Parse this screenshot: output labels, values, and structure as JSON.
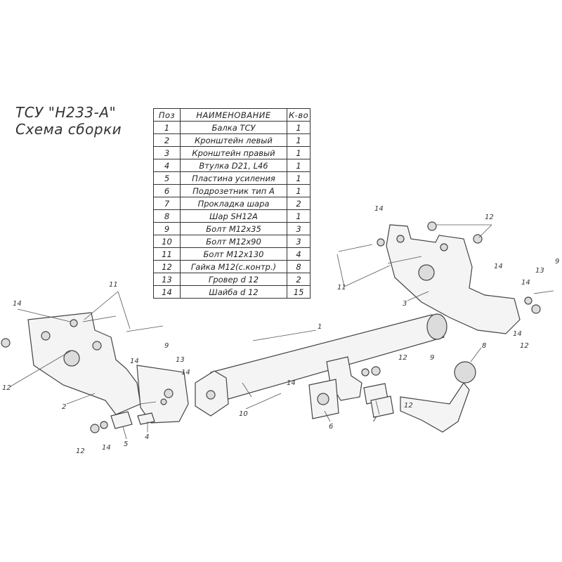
{
  "title": {
    "line1": "ТСУ \"H233-A\"",
    "line2": "Схема сборки"
  },
  "spec_table": {
    "headers": [
      "Поз",
      "НАИМЕНОВАНИЕ",
      "К-во"
    ],
    "rows": [
      [
        "1",
        "Балка ТСУ",
        "1"
      ],
      [
        "2",
        "Кронштейн левый",
        "1"
      ],
      [
        "3",
        "Кронштейн правый",
        "1"
      ],
      [
        "4",
        "Втулка D21, L46",
        "1"
      ],
      [
        "5",
        "Пластина усиления",
        "1"
      ],
      [
        "6",
        "Подрозетник тип А",
        "1"
      ],
      [
        "7",
        "Прокладка шара",
        "2"
      ],
      [
        "8",
        "Шар SH12A",
        "1"
      ],
      [
        "9",
        "Болт М12х35",
        "3"
      ],
      [
        "10",
        "Болт М12х90",
        "3"
      ],
      [
        "11",
        "Болт М12х130",
        "4"
      ],
      [
        "12",
        "Гайка М12(с.контр.)",
        "8"
      ],
      [
        "13",
        "Гровер d 12",
        "2"
      ],
      [
        "14",
        "Шайба d 12",
        "15"
      ]
    ]
  },
  "callouts": {
    "c1": "1",
    "c2": "2",
    "c3": "3",
    "c4": "4",
    "c5": "5",
    "c6": "6",
    "c7": "7",
    "c8": "8",
    "c9a": "9",
    "c9b": "9",
    "c9c": "9",
    "c10": "10",
    "c11a": "11",
    "c11b": "11",
    "c12a": "12",
    "c12b": "12",
    "c12c": "12",
    "c12d": "12",
    "c12e": "12",
    "c12f": "12",
    "c13a": "13",
    "c13b": "13",
    "c14a": "14",
    "c14b": "14",
    "c14c": "14",
    "c14d": "14",
    "c14e": "14",
    "c14f": "14",
    "c14g": "14",
    "c14h": "14",
    "c14i": "14"
  }
}
